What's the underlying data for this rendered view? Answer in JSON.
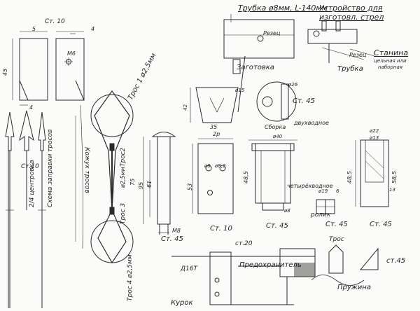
{
  "labels": {
    "st10_top": "Ст. 10",
    "dim_5": "5",
    "dim_4a": "4",
    "dim_4b": "4",
    "dim_45": "45",
    "m6": "М6",
    "tube_title": "Трубка ø8мм, L-140мм",
    "device_title": "Устройство для изготовл. стрел",
    "rezec1": "Резец",
    "zagotovka": "Заготовка",
    "rezec2": "Резец",
    "stanina": "Станина",
    "stanina_sub1": "цельная или",
    "stanina_sub2": "наборная",
    "trubka": "Трубка",
    "dim_15": "ø15",
    "dim_42": "42",
    "dim_26": "ø26",
    "st45_a": "Ст. 45",
    "tros1": "Трос 1 ø2,5мм",
    "tros2": "Трос2",
    "tros3": "Трос 3",
    "tros4": "Трос 4 ø2,5мм",
    "tros25": "ø2,5мм",
    "kozhuh": "Кожух тросов",
    "dim_75": "75",
    "dim_95": "95",
    "dim_61": "61",
    "m8": "М8",
    "st45_b": "Ст. 45",
    "dim_35": "35",
    "dim_2p": "2р",
    "dim_8": "ø8",
    "dim_82": "ø8,2",
    "dim_53": "53",
    "st10_mid": "Ст. 10",
    "sborka": "Сборка",
    "dvuhvodnoe": "двухводное",
    "dim_40": "ø40",
    "dim_485": "48,5",
    "chetyrehvodnoe": "четырёхводное",
    "dim_8b": "ø8",
    "st45_c": "Ст. 45",
    "dim_19": "ø19",
    "dim_6": "6",
    "rolik": "ролик",
    "st45_d": "Ст. 45",
    "dim_22": "ø22",
    "dim_13": "ø13",
    "dim_485b": "48,5",
    "dim_585": "58,5",
    "dim_13b": "13",
    "st45_e": "Ст. 45",
    "sxema": "Схема заправки тросов",
    "centrovka": "2/4 центровка",
    "st10_left": "Ст.10",
    "st20": "ст.20",
    "d16t": "Д16Т",
    "predohranitel": "Предохранитель",
    "tros_br": "Трос",
    "pruzhina": "Пружина",
    "kurok": "Курок",
    "st45_f": "ст.45"
  }
}
